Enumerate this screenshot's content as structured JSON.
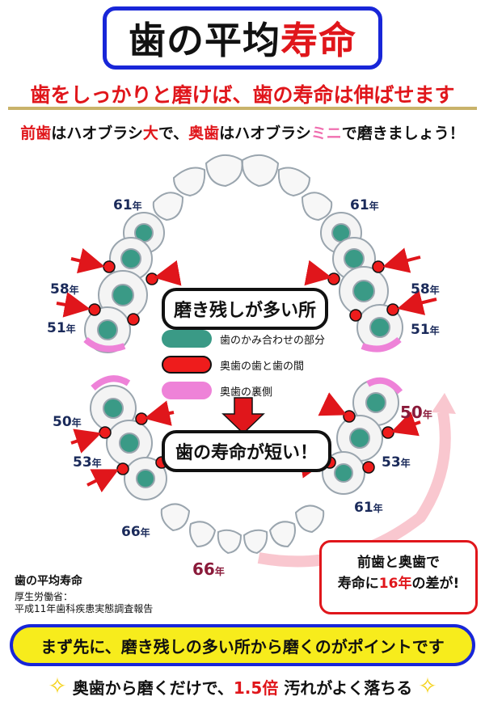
{
  "title": {
    "part1": "歯の平均",
    "part2": "寿命"
  },
  "subtitle": "歯をしっかりと磨けば、歯の寿命は伸ばせます",
  "tip": {
    "a": "前歯",
    "b": "はハオブラシ",
    "c": "大",
    "d": "で、",
    "e": "奥歯",
    "f": "はハオブラシ",
    "g": "ミニ",
    "h": "で磨きましょう！"
  },
  "label_many": "磨き残しが多い所",
  "label_short": "歯の寿命が短い！",
  "legend": [
    {
      "text": "歯のかみ合わせの部分",
      "color": "#3a9a86"
    },
    {
      "text": "奥歯の歯と歯の間",
      "color": "#ee1c1c"
    },
    {
      "text": "奥歯の裏側",
      "color": "#ee82d8"
    }
  ],
  "ages": {
    "upper_left_61": "61",
    "upper_right_61": "61",
    "upper_left_58": "58",
    "upper_right_58": "58",
    "upper_left_51": "51",
    "upper_right_51": "51",
    "lower_left_50": "50",
    "lower_right_50": "50",
    "lower_left_53": "53",
    "lower_right_53": "53",
    "lower_right_61": "61",
    "lower_left_66": "66",
    "lower_front_66": "66",
    "unit": "年"
  },
  "diff": {
    "line1": "前歯と奥歯で",
    "line2a": "寿命に",
    "line2b": "16年",
    "line2c": "の差が!"
  },
  "source": {
    "title": "歯の平均寿命",
    "line1": "厚生労働省：",
    "line2": "平成11年歯科疾患実態調査報告"
  },
  "point": "まず先に、磨き残しの多い所から磨くのがポイントです",
  "bottom": {
    "a": "奥歯から磨くだけで、",
    "b": "1.5倍",
    "c": " 汚れがよく落ちる"
  },
  "colors": {
    "accent_red": "#e0161b",
    "blue": "#1826d8",
    "yellow": "#f7ec1c",
    "teal": "#3a9a86",
    "pink": "#ee82d8"
  }
}
